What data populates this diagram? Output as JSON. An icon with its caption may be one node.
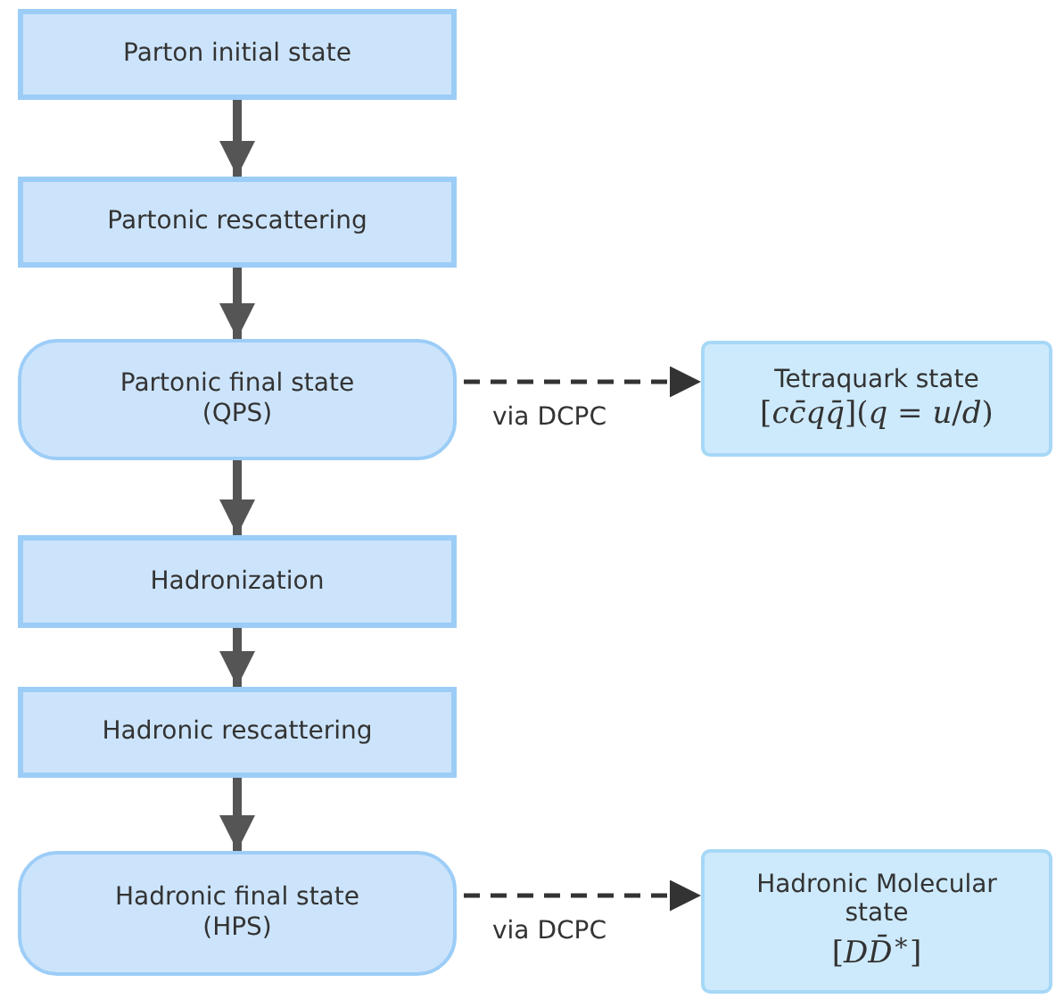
{
  "diagram": {
    "nodes": [
      {
        "text": [
          "Parton initial state"
        ]
      },
      {
        "text": [
          "Partonic rescattering"
        ]
      },
      {
        "text": [
          "Partonic final state (QPS)"
        ]
      },
      {
        "text": [
          "Tetraquark state",
          "[*cc̄qq̄*](*q* = *u*/*d*)"
        ]
      },
      {
        "text": [
          "Hadronization"
        ]
      },
      {
        "text": [
          "Hadronic rescattering"
        ]
      },
      {
        "text": [
          "Hadronic final state (HPS)"
        ]
      },
      {
        "text": [
          "Hadronic Molecular state",
          "[*DD̄*$^{∗}$]"
        ]
      }
    ],
    "edges": [
      {
        "from": 0,
        "to": 1,
        "arrow": "to"
      },
      {
        "from": 1,
        "to": 2,
        "arrow": "to"
      },
      {
        "from": 2,
        "to": 3,
        "arrow": "to",
        "style": "dashed",
        "label": "via DCPC"
      },
      {
        "from": 2,
        "to": 4,
        "arrow": "to"
      },
      {
        "from": 4,
        "to": 5,
        "arrow": "to"
      },
      {
        "from": 5,
        "to": 6,
        "arrow": "to"
      },
      {
        "from": 6,
        "to": 7,
        "arrow": "to",
        "style": "dashed",
        "label": "via DCPC"
      }
    ]
  }
}
